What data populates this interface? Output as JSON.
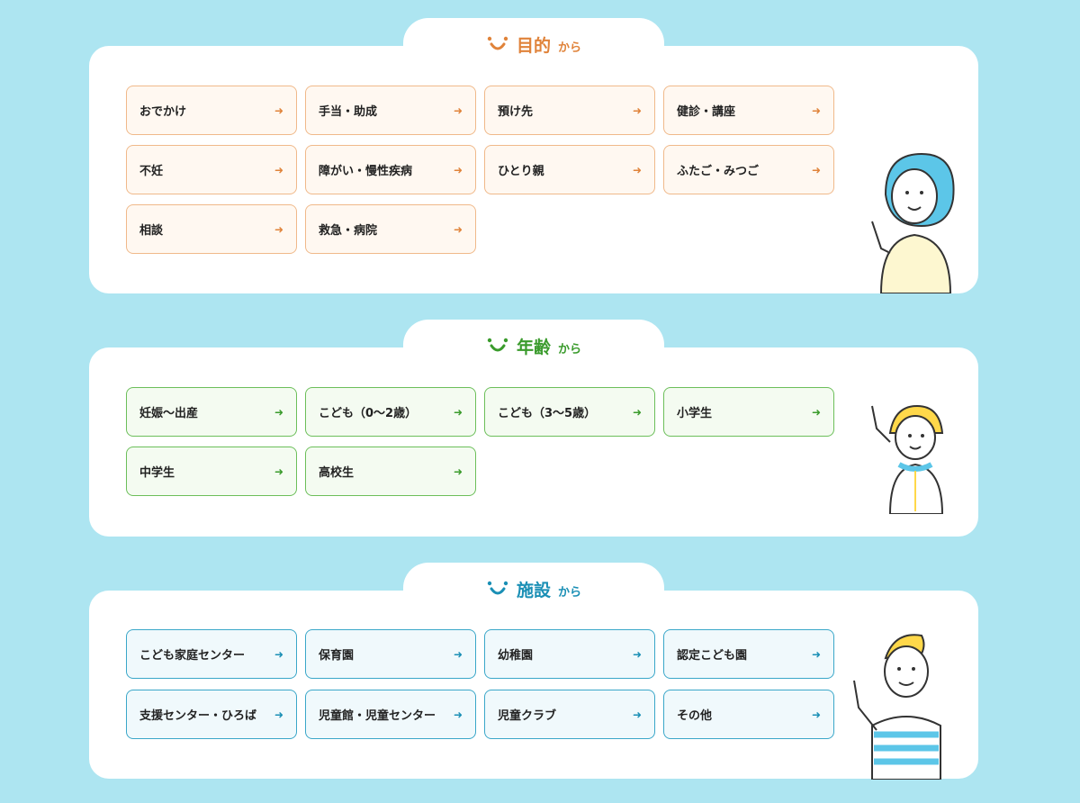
{
  "sections": [
    {
      "title": "目的",
      "suffix": "から",
      "color": "#e0833a",
      "items": [
        "おでかけ",
        "手当・助成",
        "預け先",
        "健診・講座",
        "不妊",
        "障がい・慢性疾病",
        "ひとり親",
        "ふたご・みつご",
        "相談",
        "救急・病院"
      ]
    },
    {
      "title": "年齢",
      "suffix": "から",
      "color": "#3a9b2c",
      "items": [
        "妊娠〜出産",
        "こども（0〜2歳）",
        "こども（3〜5歳）",
        "小学生",
        "中学生",
        "高校生"
      ]
    },
    {
      "title": "施設",
      "suffix": "から",
      "color": "#1a8fb5",
      "items": [
        "こども家庭センター",
        "保育園",
        "幼稚園",
        "認定こども園",
        "支援センター・ひろば",
        "児童館・児童センター",
        "児童クラブ",
        "その他"
      ]
    }
  ],
  "arrow": "➜"
}
